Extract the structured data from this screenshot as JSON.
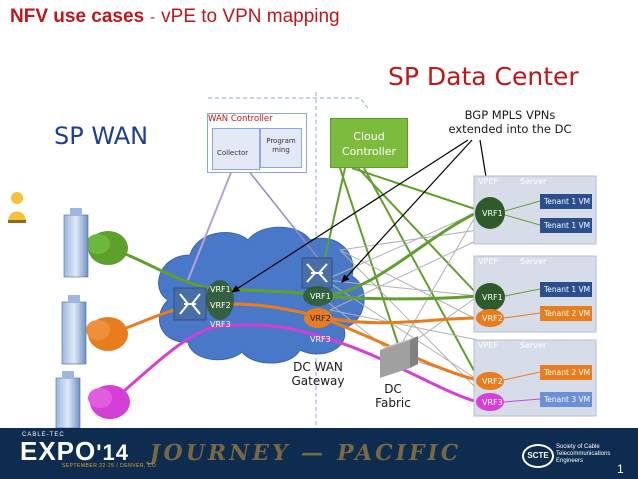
{
  "title": {
    "bold": "NFV use cases",
    "separator": "-",
    "rest": "vPE to VPN mapping"
  },
  "regions": {
    "sp_data_center": "SP Data Center",
    "sp_wan": "SP WAN"
  },
  "wan_controller": {
    "title": "WAN Controller",
    "collector": "Collector",
    "programming_line1": "Program",
    "programming_line2": "ming"
  },
  "cloud_controller": {
    "line1": "Cloud",
    "line2": "Controller"
  },
  "callout": {
    "line1": "BGP MPLS VPNs",
    "line2": "extended into the DC"
  },
  "vpe_router": {
    "vrfs": [
      "VRF1",
      "VRF2",
      "VRF3"
    ]
  },
  "gateway": {
    "vrfs": [
      "VRF1",
      "VRF2",
      "VRF3"
    ],
    "label_line1": "DC WAN",
    "label_line2": "Gateway"
  },
  "fabric": {
    "line1": "DC",
    "line2": "Fabric"
  },
  "servers": [
    {
      "vpef_label": "VPEF",
      "server_label": "Server",
      "vrfs": [
        "VRF1"
      ],
      "tenants": [
        "Tenant 1 VM",
        "Tenant 1 VM"
      ]
    },
    {
      "vpef_label": "VPEF",
      "server_label": "Server",
      "vrfs": [
        "VRF1",
        "VRF2"
      ],
      "tenants": [
        "Tenant 1 VM",
        "Tenant 2 VM"
      ]
    },
    {
      "vpef_label": "VPEF",
      "server_label": "Server",
      "vrfs": [
        "VRF2",
        "VRF3"
      ],
      "tenants": [
        "Tenant 2 VM",
        "Tenant 3 VM"
      ]
    }
  ],
  "footer": {
    "expo_top": "CABLE-TEC",
    "expo": "EXPO",
    "expo_year": "'14",
    "expo_date": "SEPTEMBER 22-25 / DENVER, CO",
    "banner": "JOURNEY — PACIFIC",
    "scte_logo": "SCTE",
    "scte_line1": "Society of Cable",
    "scte_line2": "Telecommunications",
    "scte_line3": "Engineers",
    "page_number": "1"
  },
  "colors": {
    "title_red": "#c0161b",
    "wan_blue": "#1f3f8f",
    "cloud_blue": "#3d6fbe",
    "vrf1_green": "#5fa02c",
    "vrf2_orange": "#e87d1e",
    "vrf3_magenta": "#d63fd6",
    "controller_green": "#7dbb3f",
    "tenant1_blue": "#2b4f8e",
    "tenant2_orange": "#e87d1e",
    "tenant3_blue": "#6b8fd8"
  }
}
